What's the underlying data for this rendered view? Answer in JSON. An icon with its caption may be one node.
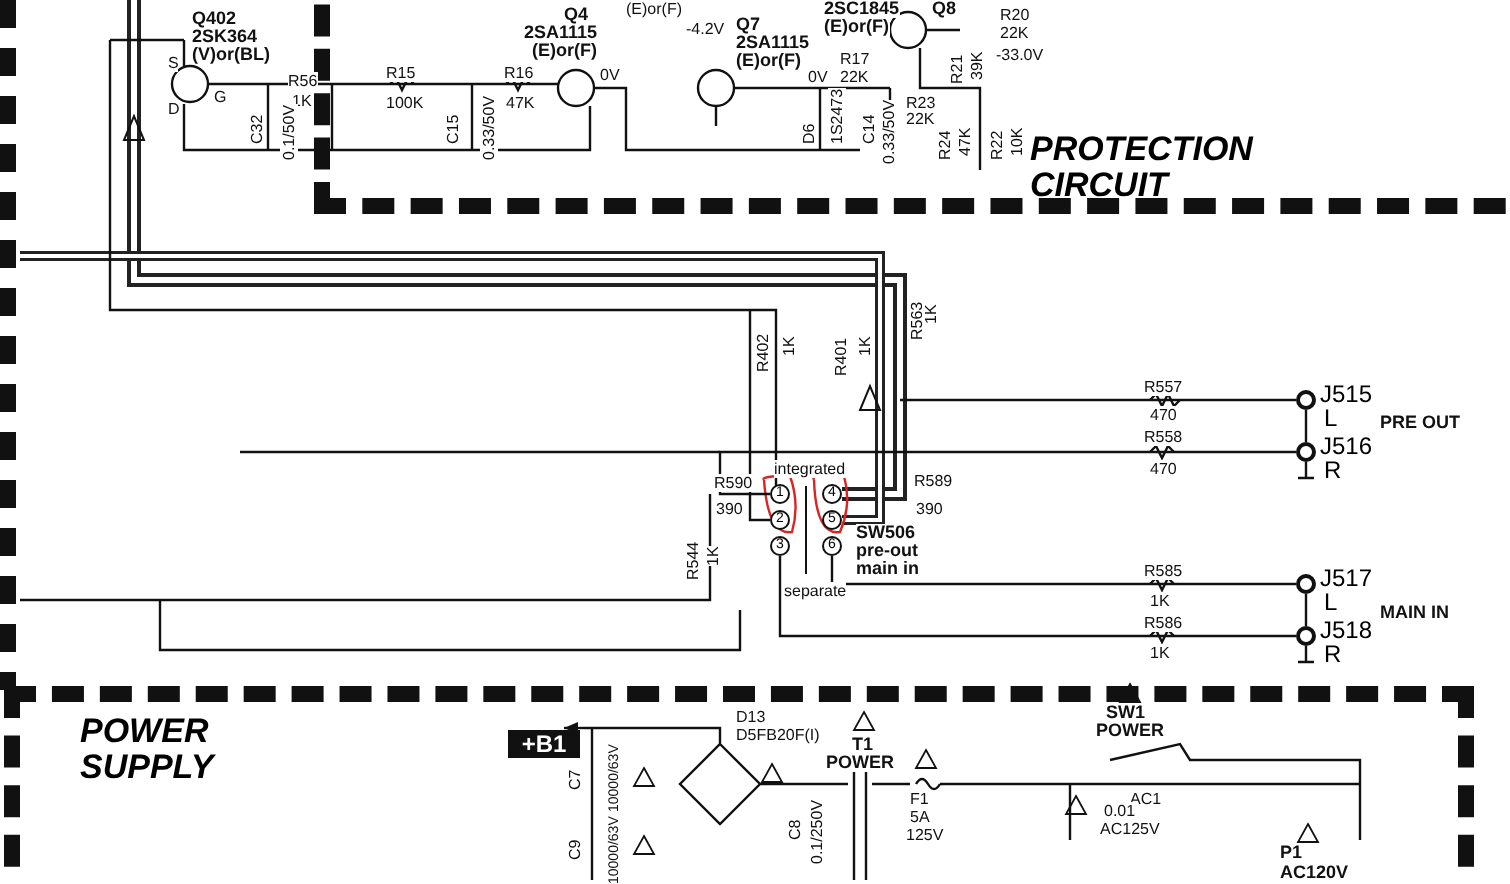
{
  "diagram": {
    "nodes": [
      {
        "text": [
          "PROTECTION CIRCUIT"
        ]
      },
      {
        "text": [
          "1"
        ]
      },
      {
        "text": [
          "2"
        ]
      },
      {
        "text": [
          "3"
        ]
      },
      {
        "text": [
          "4"
        ]
      },
      {
        "text": [
          "5"
        ]
      },
      {
        "text": [
          "6"
        ]
      },
      {
        "text": [
          "J515",
          "L"
        ]
      },
      {
        "text": [
          "J516",
          "R"
        ]
      },
      {
        "text": [
          "J517",
          "L"
        ]
      },
      {
        "text": [
          "J518",
          "R"
        ]
      },
      {
        "text": [
          "POWER SUPPLY"
        ]
      },
      {
        "text": [
          "+B1"
        ],
        "in": 11
      }
    ],
    "edges": [
      {
        "from": 7,
        "to": 8,
        "arrow": "none"
      },
      {
        "from": 6,
        "to": 9,
        "arrow": "none"
      },
      {
        "from": 3,
        "to": 10,
        "arrow": "none"
      },
      {
        "from": 9,
        "to": 10,
        "arrow": "none"
      },
      {
        "from": null,
        "to": 12,
        "arrow": "to"
      },
      {
        "from": 1,
        "to": 8,
        "arrow": "none"
      }
    ],
    "labels": [
      "(E)or(F)",
      "Q402",
      "2SK364",
      "(V)or(BL)",
      "S",
      "G",
      "D",
      "R56",
      "1K",
      "C32",
      "0.1/50V",
      "R15",
      "100K",
      "C15",
      "0.33/50V",
      "R16",
      "47K",
      "Q4",
      "2SA1115",
      "(E)or(F)",
      "0V",
      "-4.2V",
      "Q7",
      "2SA1115",
      "(E)or(F)",
      "0V",
      "R17",
      "22K",
      "D6",
      "1S2473",
      "C14",
      "0.33/50V",
      "Q8",
      "2SC1845",
      "(E)or(F)",
      "R20",
      "22K",
      "-33.0V",
      "R23",
      "22K",
      "R21",
      "39K",
      "R24",
      "47K",
      "R22",
      "10K",
      "R402",
      "1K",
      "R401",
      "1K",
      "R563",
      "1K",
      "R557",
      "470",
      "PRE OUT",
      "R558",
      "470",
      "integrated",
      "R590",
      "390",
      "R589",
      "390",
      "SW506",
      "pre-out",
      "main in",
      "separate",
      "R544",
      "1K",
      "R585",
      "1K",
      "MAIN IN",
      "R586",
      "1K",
      "C7",
      "10000/63V",
      "C9",
      "10000/63V",
      "D13",
      "D5FB20F(I)",
      "T1",
      "POWER",
      "F1",
      "5A",
      "125V",
      "C8",
      "0.1/250V",
      "SW1",
      "POWER",
      "AC1",
      "0.01",
      "AC125V",
      "P1",
      "AC120V"
    ]
  }
}
